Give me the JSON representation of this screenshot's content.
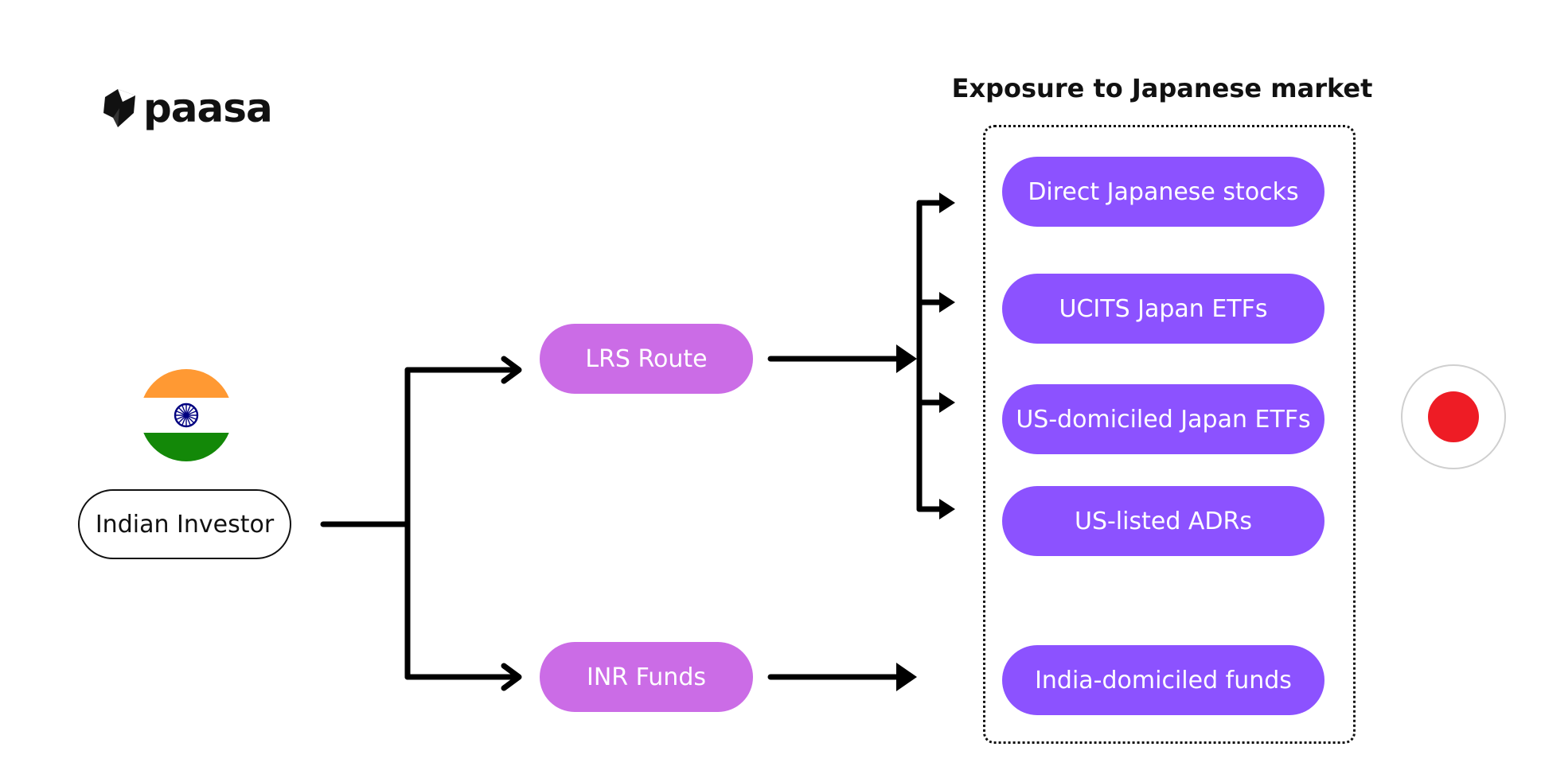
{
  "logo": {
    "text": "paasa"
  },
  "investor": {
    "label": "Indian Investor",
    "flag": "india-flag-icon"
  },
  "routes": [
    {
      "label": "LRS Route"
    },
    {
      "label": "INR Funds"
    }
  ],
  "exposure": {
    "title": "Exposure to Japanese market",
    "options": [
      {
        "label": "Direct Japanese stocks"
      },
      {
        "label": "UCITS Japan ETFs"
      },
      {
        "label": "US-domiciled Japan ETFs"
      },
      {
        "label": "US-listed ADRs"
      },
      {
        "label": "India-domiciled funds"
      }
    ]
  },
  "target_flag": "japan-flag-icon",
  "colors": {
    "route_pill": "#cb6ce6",
    "exposure_pill": "#8c52ff",
    "saffron": "#ff9933",
    "green": "#138808",
    "chakra": "#000080",
    "japan_red": "#ee1c25"
  }
}
